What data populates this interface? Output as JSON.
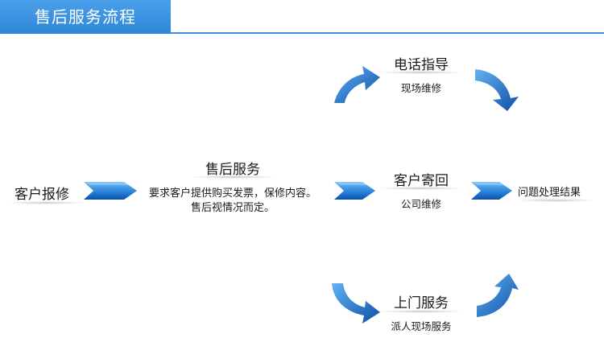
{
  "header": {
    "title": "售后服务流程"
  },
  "nodes": {
    "report": "客户报修",
    "service_title": "售后服务",
    "service_desc_1": "要求客户提供购买发票，保修内容。",
    "service_desc_2": "售后视情况而定。",
    "phone_title": "电话指导",
    "phone_sub": "现场维修",
    "mail_title": "客户寄回",
    "mail_sub": "公司维修",
    "onsite_title": "上门服务",
    "onsite_sub": "派人现场服务",
    "result": "问题处理结果"
  },
  "colors": {
    "accent": "#2f86d8",
    "arrow_dark": "#0d4fa8",
    "arrow_light": "#63b2f2"
  }
}
